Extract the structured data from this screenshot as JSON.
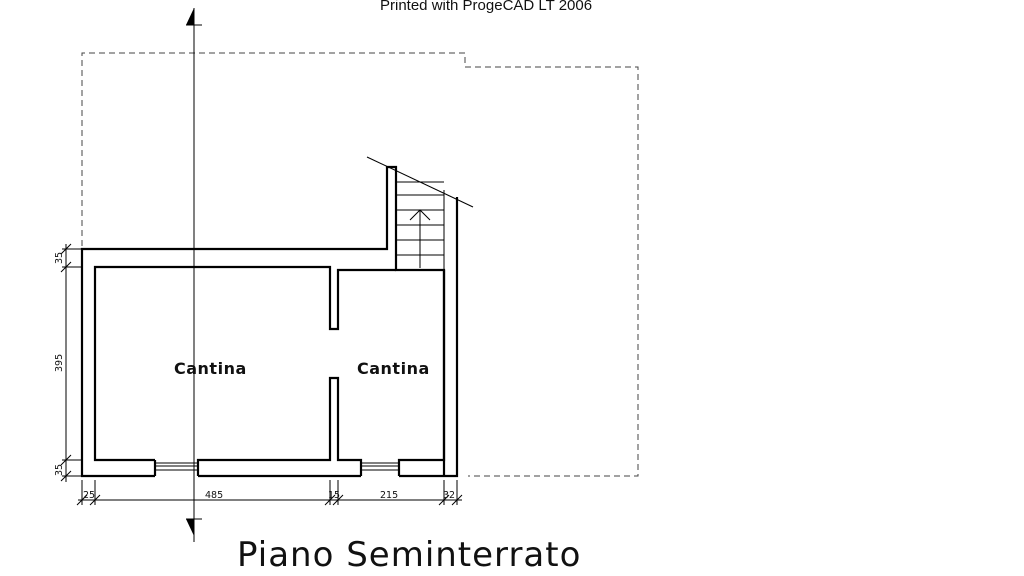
{
  "header": {
    "watermark": "Printed with ProgeCAD LT 2006"
  },
  "rooms": [
    {
      "label": "Cantina"
    },
    {
      "label": "Cantina"
    }
  ],
  "dimensions": {
    "vertical": [
      "35",
      "395",
      "35"
    ],
    "horizontal": [
      "25",
      "485",
      "15",
      "215",
      "32"
    ]
  },
  "footer": {
    "title": "Piano Seminterrato"
  }
}
